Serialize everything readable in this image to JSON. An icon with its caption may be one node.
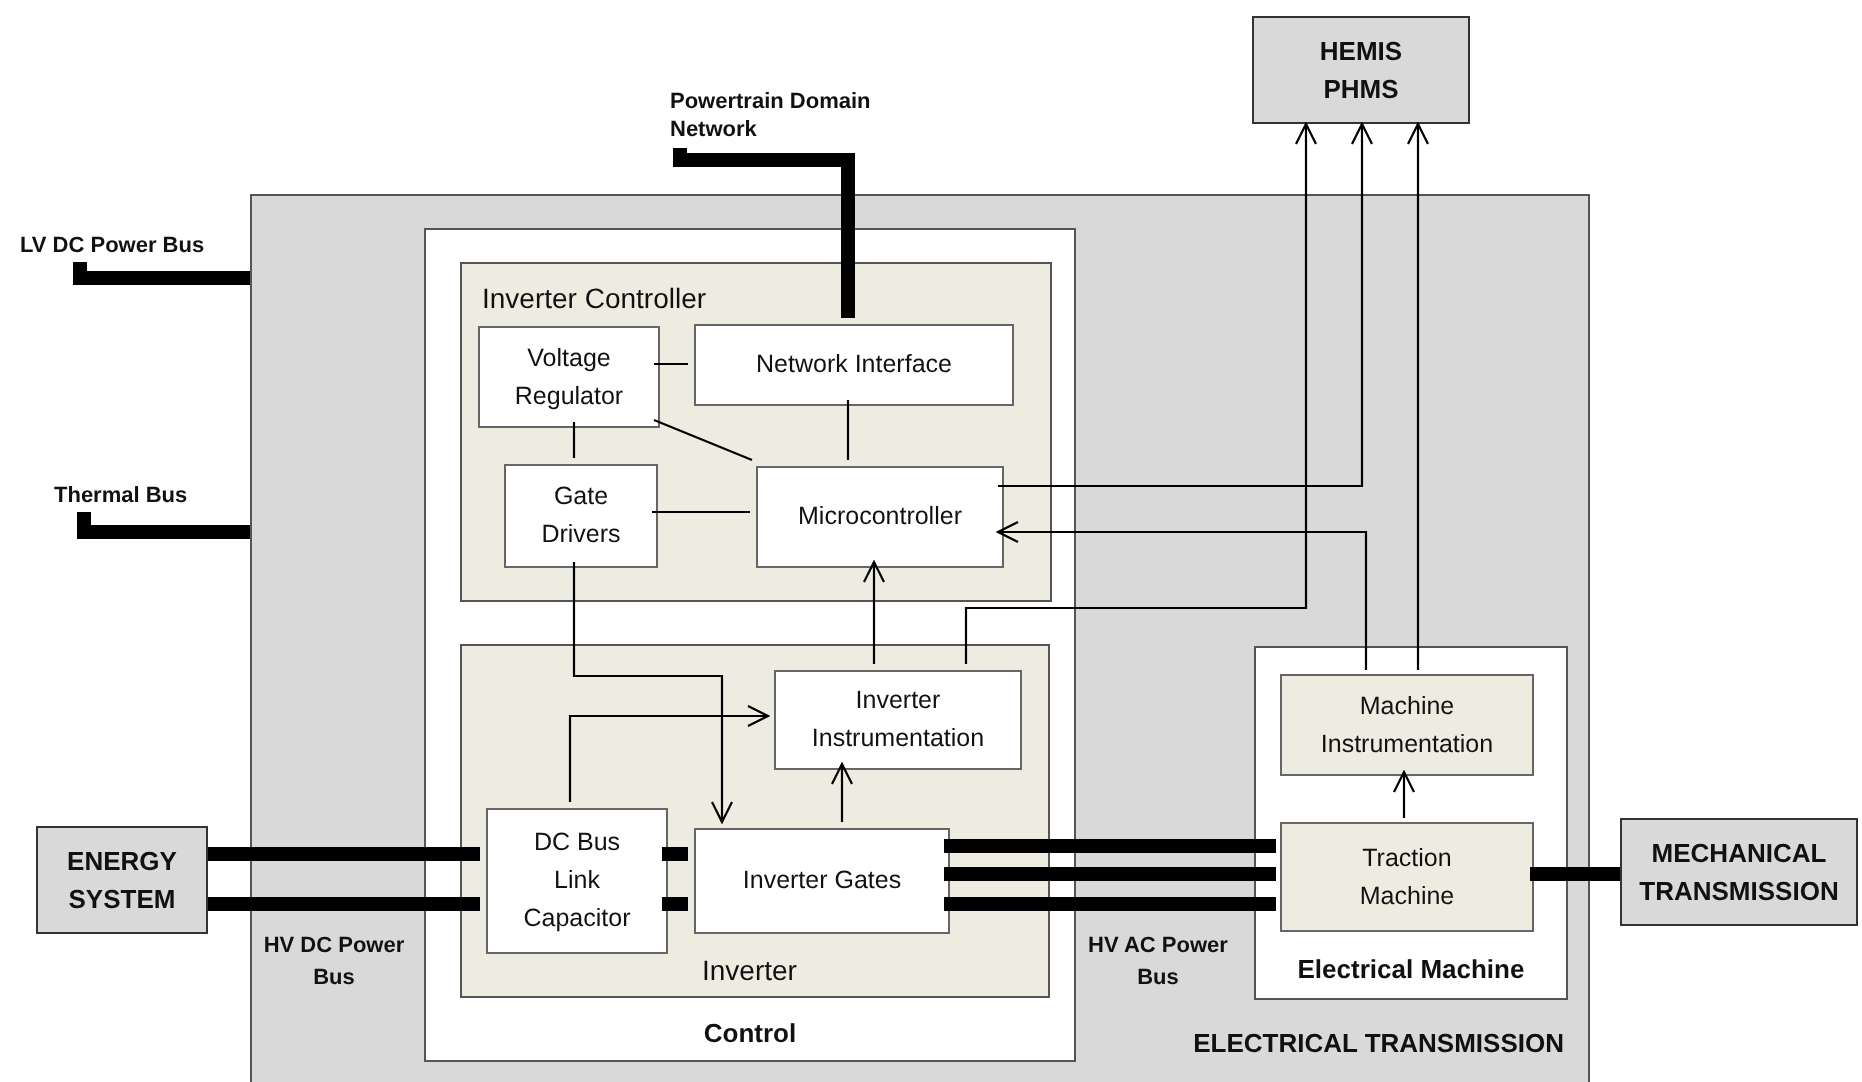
{
  "diagram": {
    "nodes": [
      {
        "text": [
          "HEMIS PHMS"
        ]
      },
      {
        "text": [
          "Powertrain Domain Network"
        ]
      },
      {
        "text": [
          "LV DC Power Bus"
        ]
      },
      {
        "text": [
          "Thermal Bus"
        ]
      },
      {
        "text": [
          "ELECTRICAL TRANSMISSION"
        ]
      },
      {
        "text": [
          "Control"
        ],
        "in": 4
      },
      {
        "text": [
          "Inverter Controller"
        ],
        "in": 5
      },
      {
        "text": [
          "Voltage Regulator"
        ],
        "in": 6
      },
      {
        "text": [
          "Network Interface"
        ],
        "in": 6
      },
      {
        "text": [
          "Gate Drivers"
        ],
        "in": 6
      },
      {
        "text": [
          "Microcontroller"
        ],
        "in": 6
      },
      {
        "text": [
          "Inverter"
        ],
        "in": 5
      },
      {
        "text": [
          "Inverter Instrumentation"
        ],
        "in": 11
      },
      {
        "text": [
          "DC Bus Link Capacitor"
        ],
        "in": 11
      },
      {
        "text": [
          "Inverter Gates"
        ],
        "in": 11
      },
      {
        "text": [
          "Electrical Machine"
        ],
        "in": 4
      },
      {
        "text": [
          "Machine Instrumentation"
        ],
        "in": 15
      },
      {
        "text": [
          "Traction Machine"
        ],
        "in": 15
      },
      {
        "text": [
          "ENERGY SYSTEM"
        ]
      },
      {
        "text": [
          "MECHANICAL TRANSMISSION"
        ]
      }
    ],
    "edges": [
      {
        "from": 1,
        "to": 8,
        "arrow": "none",
        "style": "thick"
      },
      {
        "from": 2,
        "to": 4,
        "arrow": "none",
        "style": "thick"
      },
      {
        "from": 3,
        "to": 4,
        "arrow": "none",
        "style": "thick"
      },
      {
        "from": 7,
        "to": 8,
        "arrow": "none"
      },
      {
        "from": 7,
        "to": 9,
        "arrow": "none"
      },
      {
        "from": 7,
        "to": 10,
        "arrow": "none"
      },
      {
        "from": 8,
        "to": 10,
        "arrow": "none"
      },
      {
        "from": 9,
        "to": 10,
        "arrow": "none"
      },
      {
        "from": 9,
        "to": 14,
        "arrow": "to"
      },
      {
        "from": 13,
        "to": 12,
        "arrow": "to"
      },
      {
        "from": 14,
        "to": 12,
        "arrow": "to"
      },
      {
        "from": 12,
        "to": 10,
        "arrow": "to"
      },
      {
        "from": 12,
        "to": 0,
        "arrow": "to"
      },
      {
        "from": 10,
        "to": 0,
        "arrow": "to"
      },
      {
        "from": 16,
        "to": 10,
        "arrow": "to"
      },
      {
        "from": 16,
        "to": 0,
        "arrow": "to"
      },
      {
        "from": 18,
        "to": 13,
        "arrow": "none",
        "style": "thick"
      },
      {
        "from": 18,
        "to": 13,
        "arrow": "none",
        "style": "thick"
      },
      {
        "from": 13,
        "to": 14,
        "arrow": "none",
        "style": "thick"
      },
      {
        "from": 13,
        "to": 14,
        "arrow": "none",
        "style": "thick"
      },
      {
        "from": 14,
        "to": 17,
        "arrow": "none",
        "style": "thick"
      },
      {
        "from": 14,
        "to": 17,
        "arrow": "none",
        "style": "thick"
      },
      {
        "from": 14,
        "to": 17,
        "arrow": "none",
        "style": "thick"
      },
      {
        "from": 17,
        "to": 16,
        "arrow": "to"
      },
      {
        "from": 17,
        "to": 19,
        "arrow": "none",
        "style": "thick"
      }
    ],
    "labels": [
      "HV DC Power Bus",
      "HV AC Power Bus"
    ]
  }
}
